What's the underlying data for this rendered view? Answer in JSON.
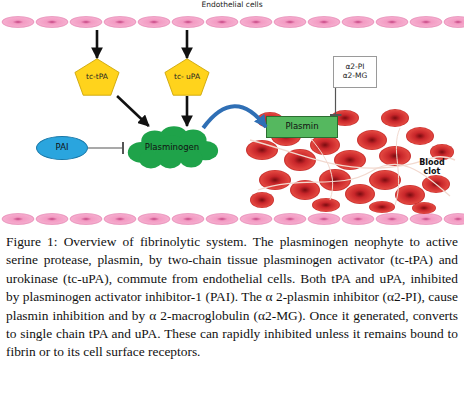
{
  "diagram": {
    "caption": "Figure 1: Overview of fibrinolytic system. The plasminogen neophyte to active serine protease, plasmin, by two-chain tissue plasminogen activator (tc-tPA) and urokinase (tc-uPA), commute from endothelial cells. Both tPA and uPA, inhibited by plasminogen activator inhibitor-1 (PAI). The α 2-plasmin inhibitor (α2-PI), cause plasmin inhibition and by α 2-macroglobulin (α2-MG). Once it generated, converts to single chain tPA and uPA. These can rapidly inhibited unless it remains bound to fibrin or to its cell surface receptors.",
    "nodes": [
      {
        "text": [
          "Endothelial cells"
        ]
      },
      {
        "text": [
          "tc-tPA"
        ]
      },
      {
        "text": [
          "tc- uPA"
        ]
      },
      {
        "text": [
          "α2-PI α2-MG"
        ]
      },
      {
        "text": [
          "PAI"
        ]
      },
      {
        "text": [
          "Plasminogen"
        ]
      },
      {
        "text": [
          "Plasmin"
        ]
      }
    ],
    "edges": [
      {
        "from": 0,
        "to": 1,
        "arrow": "to"
      },
      {
        "from": 0,
        "to": 2,
        "arrow": "to"
      },
      {
        "from": 1,
        "to": 5,
        "arrow": "to"
      },
      {
        "from": 2,
        "to": 5,
        "arrow": "to"
      },
      {
        "from": 4,
        "to": 5,
        "arrow": "to"
      },
      {
        "from": 5,
        "to": 6,
        "arrow": "to"
      },
      {
        "from": 3,
        "to": 6,
        "arrow": "to"
      }
    ],
    "labels": [
      "Blood clot"
    ]
  }
}
